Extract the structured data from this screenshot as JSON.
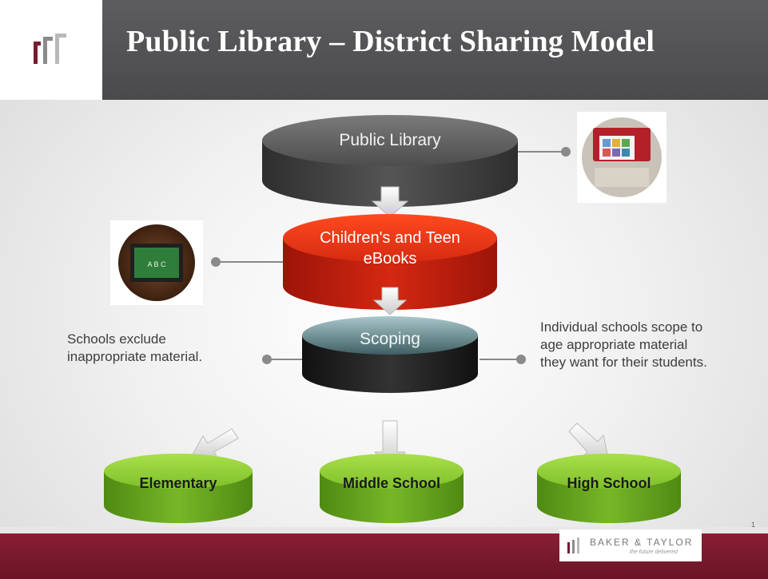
{
  "title": "Public Library  – District  Sharing Model",
  "tiers": {
    "public_library": "Public Library",
    "childrens_teen_line1": "Children's and Teen",
    "childrens_teen_line2": "eBooks",
    "scoping": "Scoping"
  },
  "outcomes": [
    "Elementary",
    "Middle School",
    "High School"
  ],
  "callouts": {
    "left_line1": "Schools exclude",
    "left_line2": "inappropriate material.",
    "right_line1": "Individual schools scope to",
    "right_line2": "age appropriate material",
    "right_line3": "they want for their students."
  },
  "chalkboard_text": "A B C",
  "footer": {
    "brand_name": "BAKER & TAYLOR",
    "brand_tagline": "the future delivered",
    "page_number": "1"
  },
  "colors": {
    "header": "#505052",
    "footer": "#7a1a2e",
    "public_library_disc": "#4a4a4a",
    "childrens_disc": "#d8341a",
    "scoping_disc": "#1f2a2b",
    "outcome_disc": "#8cc63f"
  },
  "icons": [
    "logo-icon",
    "library-photo-icon",
    "chalkboard-icon",
    "down-arrow-icon",
    "diagonal-arrow-icon"
  ]
}
